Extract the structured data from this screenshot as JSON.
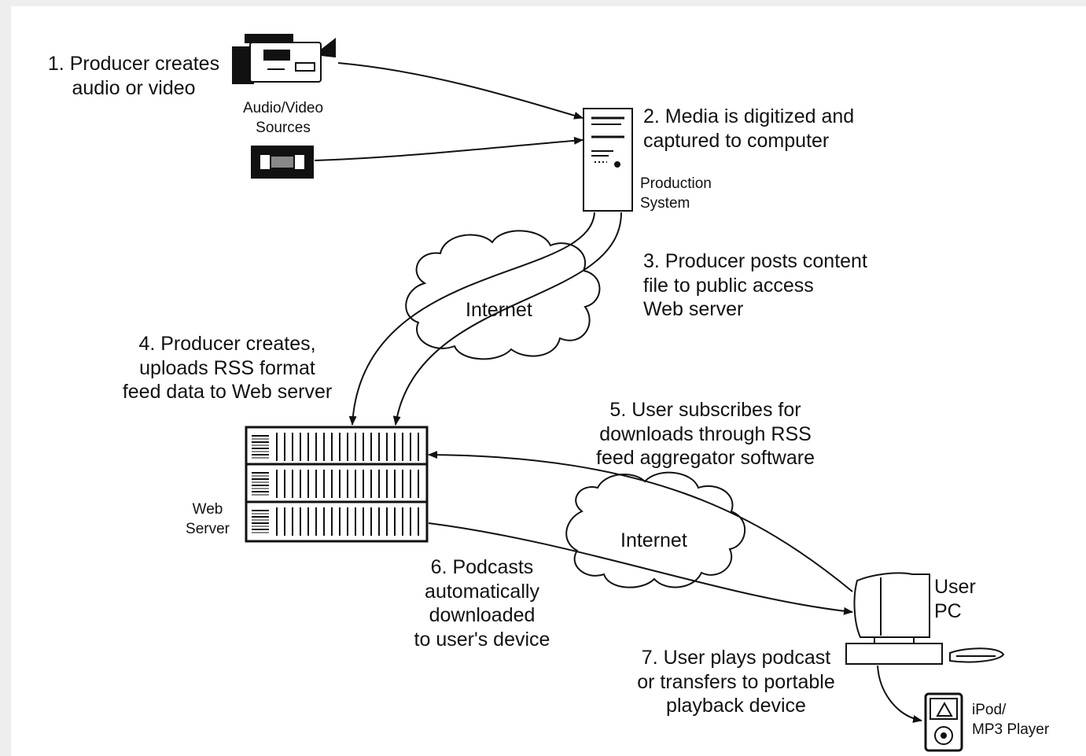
{
  "steps": {
    "s1": "1. Producer creates\naudio or video",
    "s2": "2. Media is digitized and\ncaptured to computer",
    "s3": "3. Producer posts content\nfile to public access\nWeb server",
    "s4": "4. Producer creates,\nuploads RSS format\nfeed data to Web server",
    "s5": "5. User subscribes for\ndownloads through RSS\nfeed aggregator software",
    "s6": "6. Podcasts\nautomatically\ndownloaded\nto user's device",
    "s7": "7. User plays podcast\nor transfers to portable\nplayback device"
  },
  "labels": {
    "sources": "Audio/Video\nSources",
    "production": "Production\nSystem",
    "internet1": "Internet",
    "internet2": "Internet",
    "web_server": "Web\nServer",
    "user_pc": "User\nPC",
    "ipod": "iPod/\nMP3 Player"
  },
  "colors": {
    "ink": "#111111",
    "paper": "#ffffff",
    "background": "#eeeeee"
  }
}
